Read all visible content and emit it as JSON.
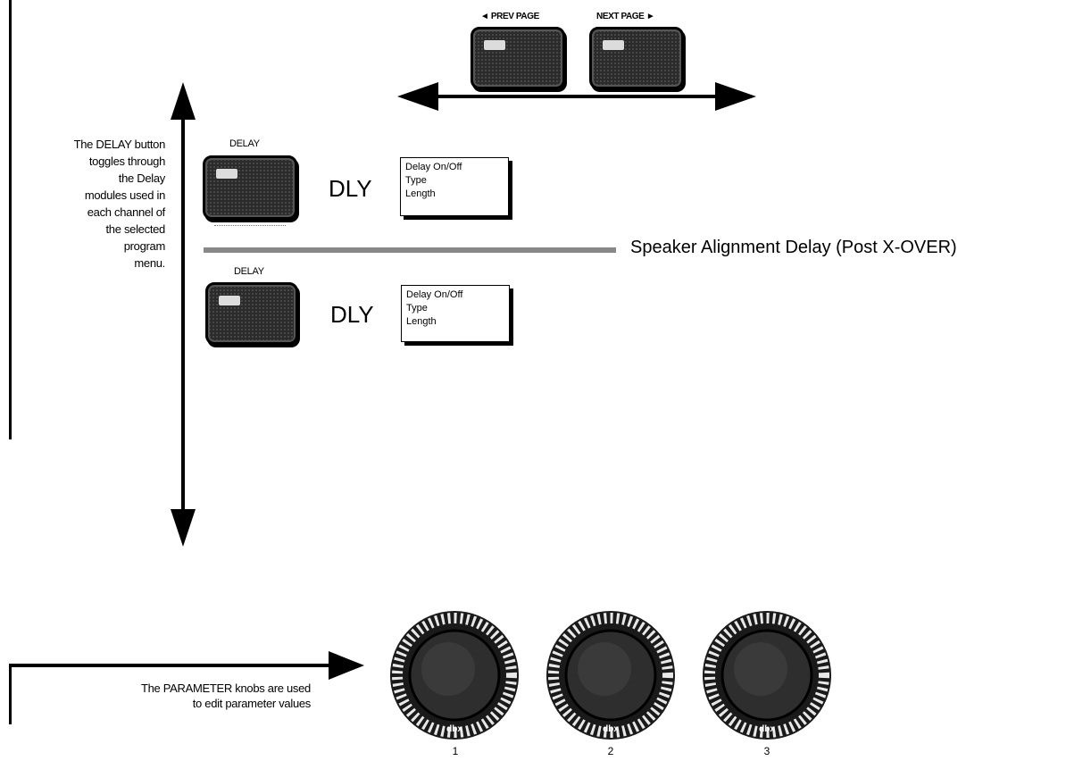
{
  "nav_buttons": {
    "prev_label": "◄ PREV PAGE",
    "next_label": "NEXT PAGE ►"
  },
  "delay_module_1": {
    "button_label": "DELAY",
    "code": "DLY",
    "menu": [
      "Delay On/Off",
      "Type",
      "Length"
    ]
  },
  "separator_label": "Speaker Alignment Delay (Post X-OVER)",
  "delay_module_2": {
    "button_label": "DELAY",
    "code": "DLY",
    "menu": [
      "Delay On/Off",
      "Type",
      "Length"
    ]
  },
  "delay_description": [
    "The DELAY button",
    "toggles through",
    "the Delay",
    "modules used in",
    "each channel of",
    "the selected",
    "program",
    "menu."
  ],
  "parameter_description": [
    "The PARAMETER knobs are used",
    "to edit parameter values"
  ],
  "knobs": [
    {
      "logo": "dbx",
      "number": "1"
    },
    {
      "logo": "dbx",
      "number": "2"
    },
    {
      "logo": "dbx",
      "number": "3"
    }
  ],
  "icons": [
    "horizontal-double-arrow-icon",
    "vertical-double-arrow-icon",
    "right-arrow-icon",
    "knob-icon"
  ]
}
